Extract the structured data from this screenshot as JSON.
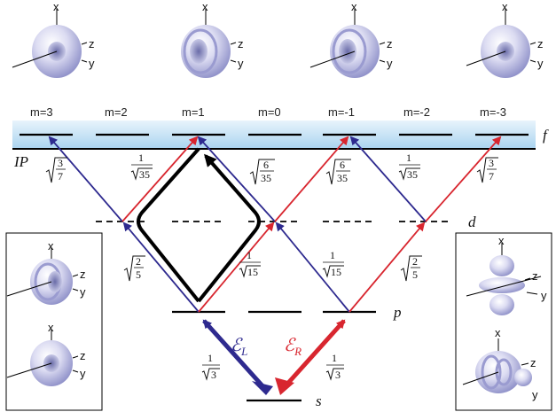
{
  "m_labels": [
    "m=3",
    "m=2",
    "m=1",
    "m=0",
    "m=-1",
    "m=-2",
    "m=-3"
  ],
  "level_labels": {
    "f": "f",
    "d": "d",
    "p": "p",
    "s": "s",
    "ip": "IP"
  },
  "axis_labels": {
    "x": "x",
    "y": "y",
    "z": "z"
  },
  "coefficients": {
    "sqrt_3_7_num": "3",
    "sqrt_3_7_den": "7",
    "inv_sqrt35_num": "1",
    "inv_sqrt35_den": "35",
    "sqrt_6_35_num": "6",
    "sqrt_6_35_den": "35",
    "sqrt_2_5_num": "2",
    "sqrt_2_5_den": "5",
    "inv_sqrt15_num": "1",
    "inv_sqrt15_den": "15",
    "inv_sqrt3_num": "1",
    "inv_sqrt3_den": "3"
  },
  "polarization": {
    "left_symbol": "ℰ",
    "left_sub": "L",
    "right_symbol": "ℰ",
    "right_sub": "R"
  },
  "colors": {
    "blue": "#2e2a8f",
    "red": "#d8262f",
    "black": "#000000",
    "band": "#bfe0f5",
    "orbital": "#c9cbe6"
  },
  "icons": [
    "orbital-f-m3",
    "orbital-f-m1",
    "orbital-f-m-1",
    "orbital-f-m-3",
    "orbital-d-left",
    "orbital-d-right"
  ]
}
